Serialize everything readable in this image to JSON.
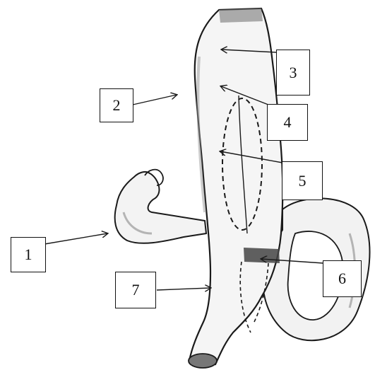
{
  "labels": {
    "l1": "1",
    "l2": "2",
    "l3": "3",
    "l4": "4",
    "l5": "5",
    "l6": "6",
    "l7": "7"
  },
  "colors": {
    "ink": "#1a1a1a",
    "organ_fill": "#f4f4f4",
    "shade": "#8a8a8a",
    "dark_band": "#444444"
  }
}
